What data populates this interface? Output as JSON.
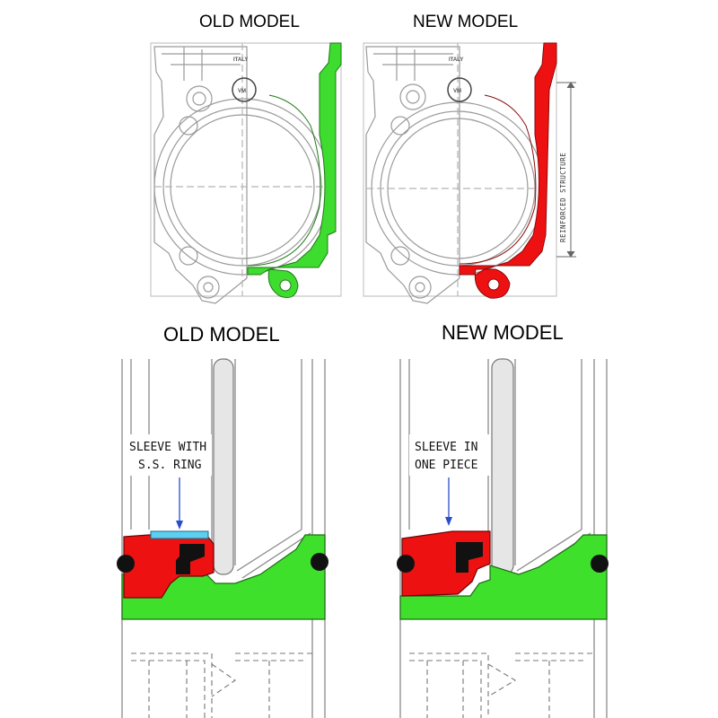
{
  "top_panel": {
    "old_title": "OLD MODEL",
    "new_title": "NEW MODEL",
    "stamp_text": "ITALY",
    "logo_text": "VM",
    "annotation_reinforced": "REINFORCED STRUCTURE"
  },
  "bottom_panel": {
    "old_title": "OLD MODEL",
    "new_title": "NEW MODEL",
    "old_callout_line1": "SLEEVE WITH",
    "old_callout_line2": "S.S. RING",
    "new_callout_line1": "SLEEVE IN",
    "new_callout_line2": "ONE PIECE"
  },
  "colors": {
    "old_highlight": "#3ddc2f",
    "new_highlight": "#ee1111",
    "seal_body_green": "#3ee02c",
    "seal_sleeve_red": "#ee1111",
    "ss_ring_cyan": "#5bd0f0",
    "callout_arrow": "#2a4dcc",
    "line_gray": "#9a9a9a"
  }
}
